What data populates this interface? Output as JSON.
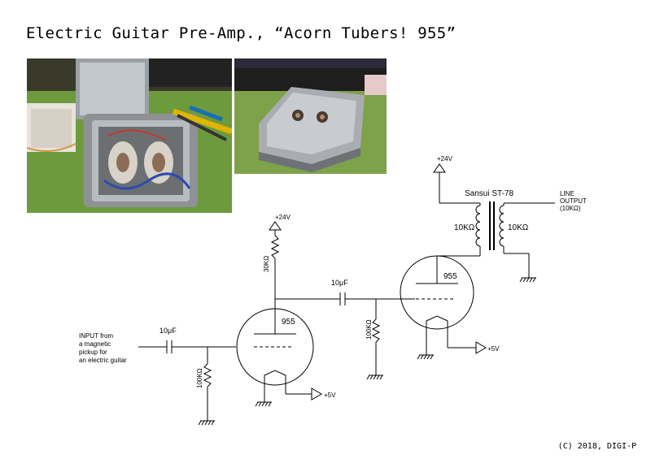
{
  "title": "Electric Guitar Pre-Amp., “Acorn Tubers! 955”",
  "photos": [
    {
      "name": "open-enclosure-photo"
    },
    {
      "name": "closed-enclosure-photo"
    }
  ],
  "schematic": {
    "supply_top_v1": "+24V",
    "supply_top_v2": "+24V",
    "resistor_plate": "30KΩ",
    "cap_coupling": "10μF",
    "cap_input": "10μF",
    "resistor_grid1": "100KΩ",
    "resistor_grid2": "100KΩ",
    "tube1": "955",
    "tube2": "955",
    "heater1": "+5V",
    "heater2": "+5V",
    "transformer": "Sansui ST-78",
    "primary_imp": "10KΩ",
    "secondary_imp": "10KΩ",
    "output_label": [
      "LINE",
      "OUTPUT",
      "(10KΩ)"
    ],
    "input_label": [
      "INPUT from",
      "a magnetic",
      "pickup for",
      "an electric guitar"
    ]
  },
  "copyright": "(C) 2018, DIGI-P"
}
